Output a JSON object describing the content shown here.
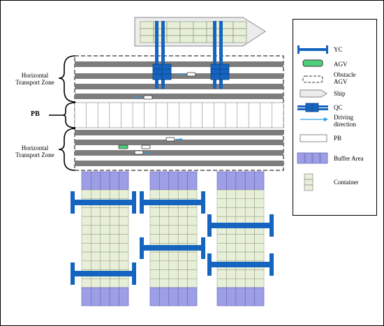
{
  "zones": {
    "upper_label": "Horizontal\nTransport Zone",
    "pb_label": "PB",
    "lower_label": "Horizontal\nTransport Zone"
  },
  "legend": {
    "items": [
      {
        "key": "yc",
        "label": "YC",
        "icon": "yc-icon"
      },
      {
        "key": "agv",
        "label": "AGV",
        "icon": "agv-icon",
        "color": "#4fd07a"
      },
      {
        "key": "obstacle",
        "label": "Obstacle\nAGV",
        "icon": "obstacle-agv-icon"
      },
      {
        "key": "ship",
        "label": "Ship",
        "icon": "ship-icon"
      },
      {
        "key": "qc",
        "label": "QC",
        "icon": "qc-icon"
      },
      {
        "key": "driving",
        "label": "Driving\ndirection",
        "icon": "arrow-icon",
        "color": "#2b9be0"
      },
      {
        "key": "pb",
        "label": "PB",
        "icon": "pb-icon"
      },
      {
        "key": "buffer",
        "label": "Buffer Area",
        "icon": "buffer-icon",
        "color": "#9e9ee6"
      },
      {
        "key": "container",
        "label": "Container",
        "icon": "container-icon",
        "color": "#e8efd9"
      }
    ]
  },
  "colors": {
    "crane": "#1565c0",
    "container": "#e8efd9",
    "buffer": "#9e9ee6",
    "lane": "#808080",
    "agv_green": "#4fd07a",
    "arrow": "#2b9be0"
  }
}
